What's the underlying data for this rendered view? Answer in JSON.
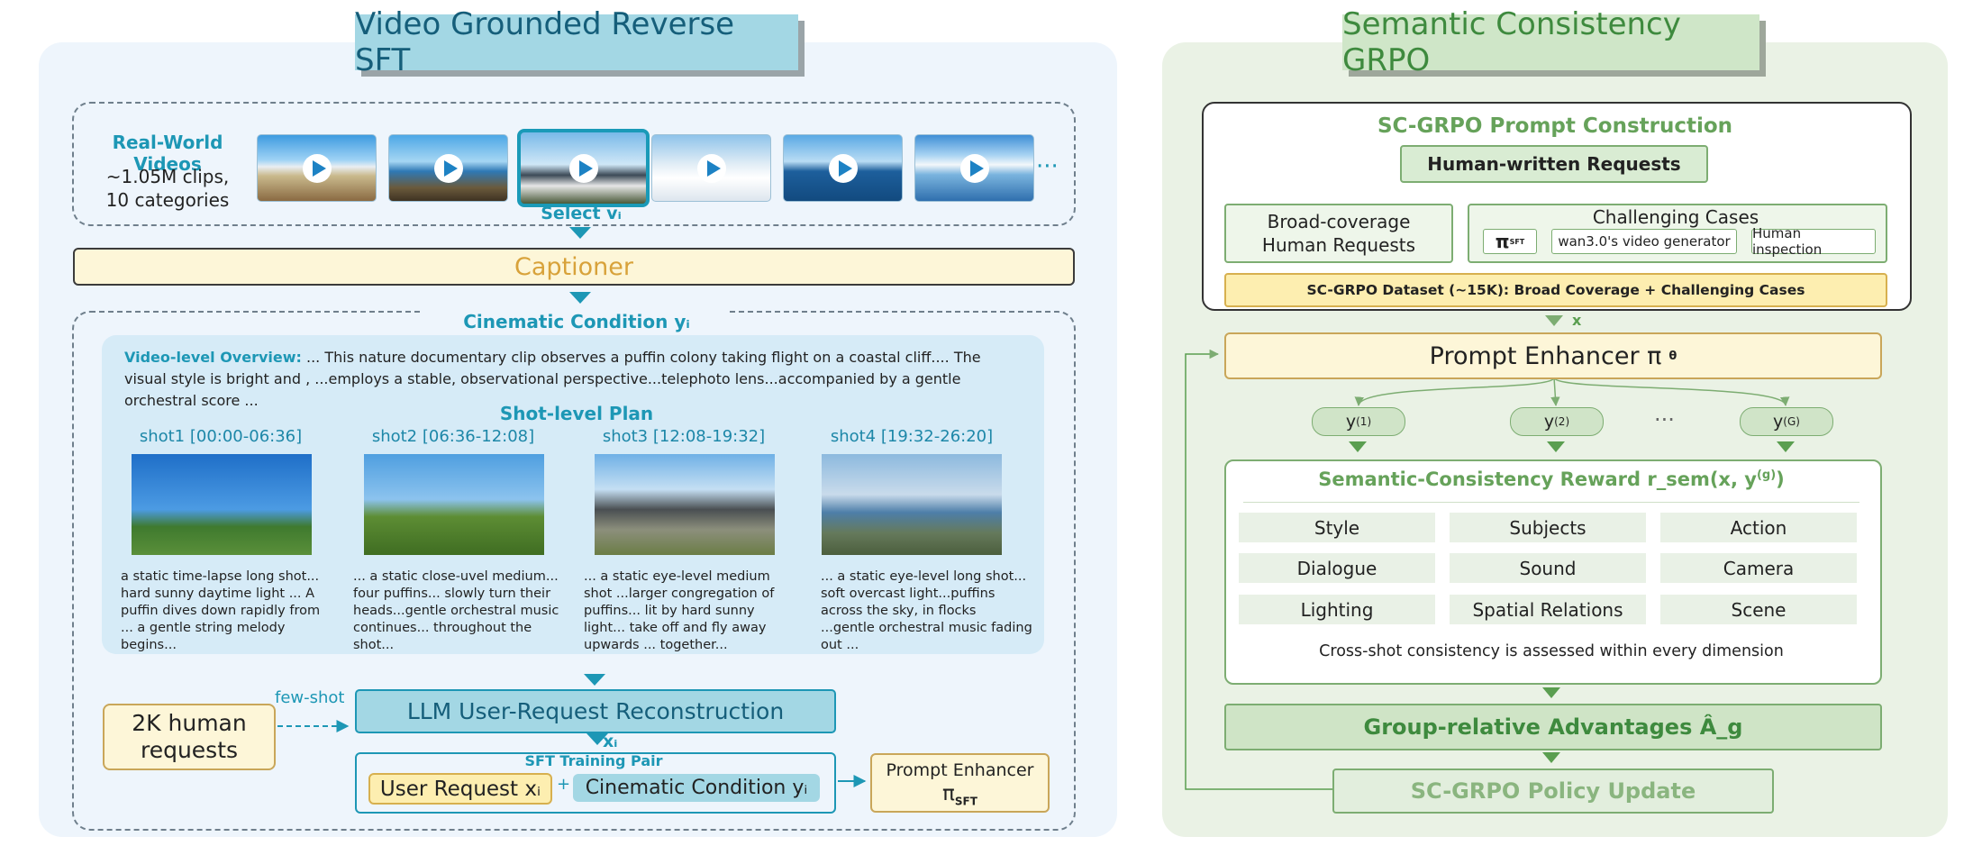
{
  "left": {
    "title": "Video Grounded Reverse SFT",
    "real_world_videos": {
      "title": "Real-World Videos",
      "line1": "~1.05M clips,",
      "line2": "10 categories",
      "more": "···"
    },
    "select_label": "Select vᵢ",
    "captioner": "Captioner",
    "cinematic_condition_title": "Cinematic Condition yᵢ",
    "overview": {
      "label": "Video-level Overview:",
      "text": " ... This nature documentary clip observes a puffin colony taking flight on a coastal cliff.... The visual style is bright and , ...employs a stable, observational perspective...telephoto lens...accompanied by a gentle orchestral score ..."
    },
    "shot_plan_label": "Shot-level Plan",
    "shots": [
      {
        "title": "shot1 [00:00-06:36]",
        "text": "a static time-lapse long shot... hard sunny daytime light ... A puffin dives down rapidly from ... a gentle string melody begins..."
      },
      {
        "title": "shot2 [06:36-12:08]",
        "text": "... a static close-uvel medium... four puffins... slowly turn their heads...gentle orchestral music continues... throughout the shot..."
      },
      {
        "title": "shot3 [12:08-19:32]",
        "text": "... a static eye-level medium shot ...larger congregation of puffins... lit by hard sunny light... take off and fly away upwards ... together..."
      },
      {
        "title": "shot4 [19:32-26:20]",
        "text": "... a static eye-level long shot... soft overcast light...puffins across the sky, in flocks ...gentle orchestral music fading out ..."
      }
    ],
    "human_requests": {
      "line1": "2K human",
      "line2": "requests"
    },
    "few_shot": "few-shot",
    "llm_box": "LLM User-Request Reconstruction",
    "xi_label": "xᵢ",
    "sft_pair": {
      "title": "SFT Training Pair",
      "user_request": "User Request xᵢ",
      "plus": "+",
      "cinematic_condition": "Cinematic Condition yᵢ"
    },
    "prompt_enhancer_sft": {
      "line1": "Prompt Enhancer",
      "line2": "π",
      "sub": "SFT"
    }
  },
  "right": {
    "title": "Semantic Consistency GRPO",
    "prompt_construction": {
      "title": "SC-GRPO Prompt Construction",
      "human_written": "Human-written Requests",
      "broad_line1": "Broad-coverage",
      "broad_line2": "Human Requests",
      "challenging_title": "Challenging Cases",
      "pi": "π",
      "pi_sub": "SFT",
      "generator": "wan3.0's video generator",
      "inspection": "Human inspection",
      "dataset": "SC-GRPO Dataset (~15K): Broad Coverage + Challenging Cases"
    },
    "x_label": "x",
    "enhancer": {
      "text": "Prompt Enhancer  π",
      "sub": "θ"
    },
    "rollouts": [
      {
        "label": "y",
        "sup": "(1)"
      },
      {
        "label": "y",
        "sup": "(2)"
      },
      {
        "label": "y",
        "sup": "(G)"
      }
    ],
    "rollout_dots": "···",
    "reward": {
      "title": "Semantic-Consistency Reward  r_sem(x, y",
      "title_sup": "(g)",
      "title_end": ")",
      "dimensions": [
        "Style",
        "Subjects",
        "Action",
        "Dialogue",
        "Sound",
        "Camera",
        "Lighting",
        "Spatial Relations",
        "Scene"
      ],
      "note": "Cross-shot consistency is assessed within every dimension"
    },
    "advantages": "Group-relative Advantages   Â_g",
    "policy_update": "SC-GRPO Policy Update"
  },
  "colors": {
    "teal": "#1d97b5",
    "green": "#66a25a",
    "gold": "#d8a23a"
  }
}
